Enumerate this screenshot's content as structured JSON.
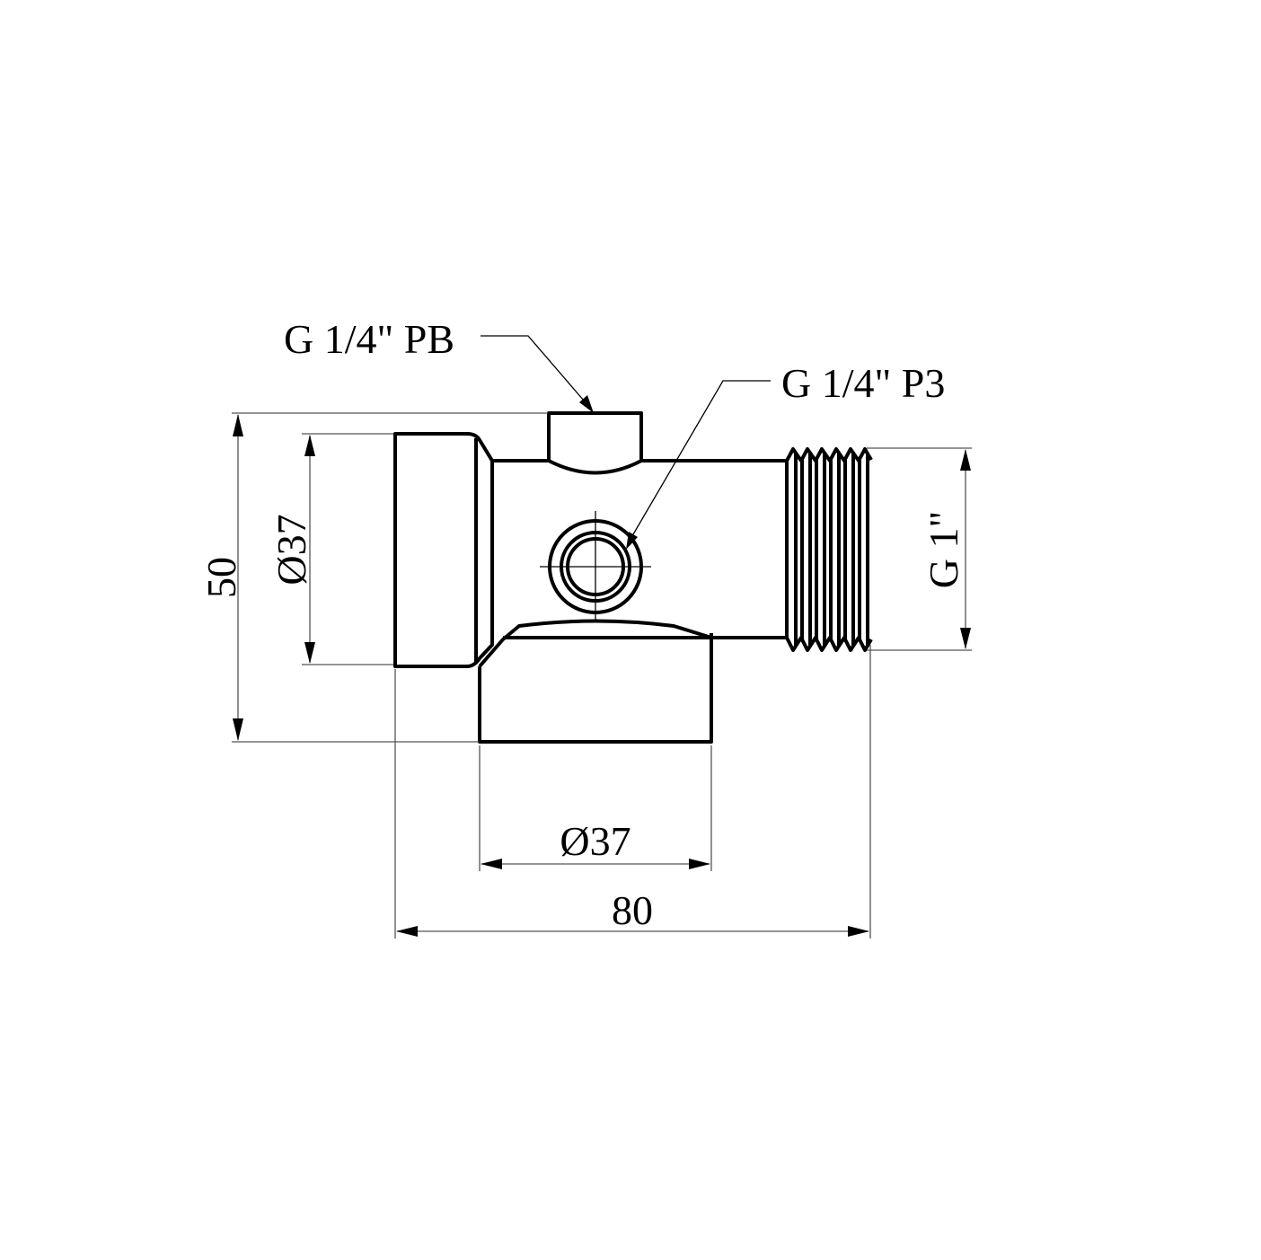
{
  "drawing": {
    "type": "technical-drawing",
    "subject": "threaded tee fitting / valve body side view",
    "colors": {
      "line": "#000000",
      "background": "#ffffff",
      "dimension_line": "#555555"
    }
  },
  "callouts": [
    {
      "id": "top-port",
      "text": "G 1/4\" PB"
    },
    {
      "id": "front-port",
      "text": "G 1/4\" P3"
    }
  ],
  "dimensions": {
    "overall_height": {
      "value": "50",
      "orientation": "vertical"
    },
    "left_diameter": {
      "value": "Ø37",
      "orientation": "vertical"
    },
    "thread_size": {
      "value": "G 1\"",
      "orientation": "vertical"
    },
    "bottom_diameter": {
      "value": "Ø37",
      "orientation": "horizontal"
    },
    "overall_length": {
      "value": "80",
      "orientation": "horizontal"
    }
  }
}
